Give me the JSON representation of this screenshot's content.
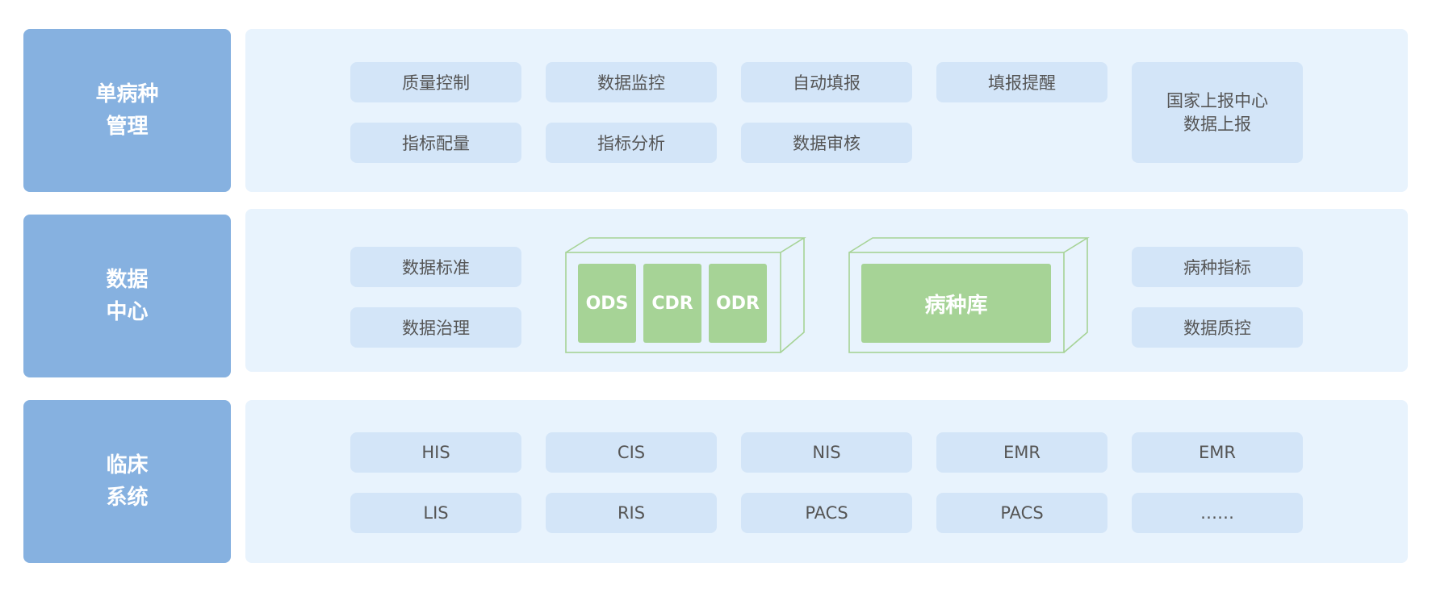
{
  "rows": [
    {
      "label": [
        "单病种",
        "管理"
      ]
    },
    {
      "label": [
        "数据",
        "中心"
      ]
    },
    {
      "label": [
        "临床",
        "系统"
      ]
    }
  ],
  "management": {
    "items": [
      "质量控制",
      "数据监控",
      "自动填报",
      "填报提醒",
      "指标配量",
      "指标分析",
      "数据审核"
    ],
    "report": [
      "国家上报中心",
      "数据上报"
    ]
  },
  "data_center": {
    "left": [
      "数据标准",
      "数据治理"
    ],
    "store1": [
      "ODS",
      "CDR",
      "ODR"
    ],
    "store2": "病种库",
    "right": [
      "病种指标",
      "数据质控"
    ]
  },
  "clinical": {
    "items": [
      "HIS",
      "CIS",
      "NIS",
      "EMR",
      "EMR",
      "LIS",
      "RIS",
      "PACS",
      "PACS",
      "……"
    ]
  },
  "colors": {
    "label_bg": "#86b1e0",
    "panel_bg": "#e8f3fd",
    "chip_bg": "#d3e5f8",
    "db_green": "#a6d396",
    "cube_stroke": "#a6d396"
  }
}
